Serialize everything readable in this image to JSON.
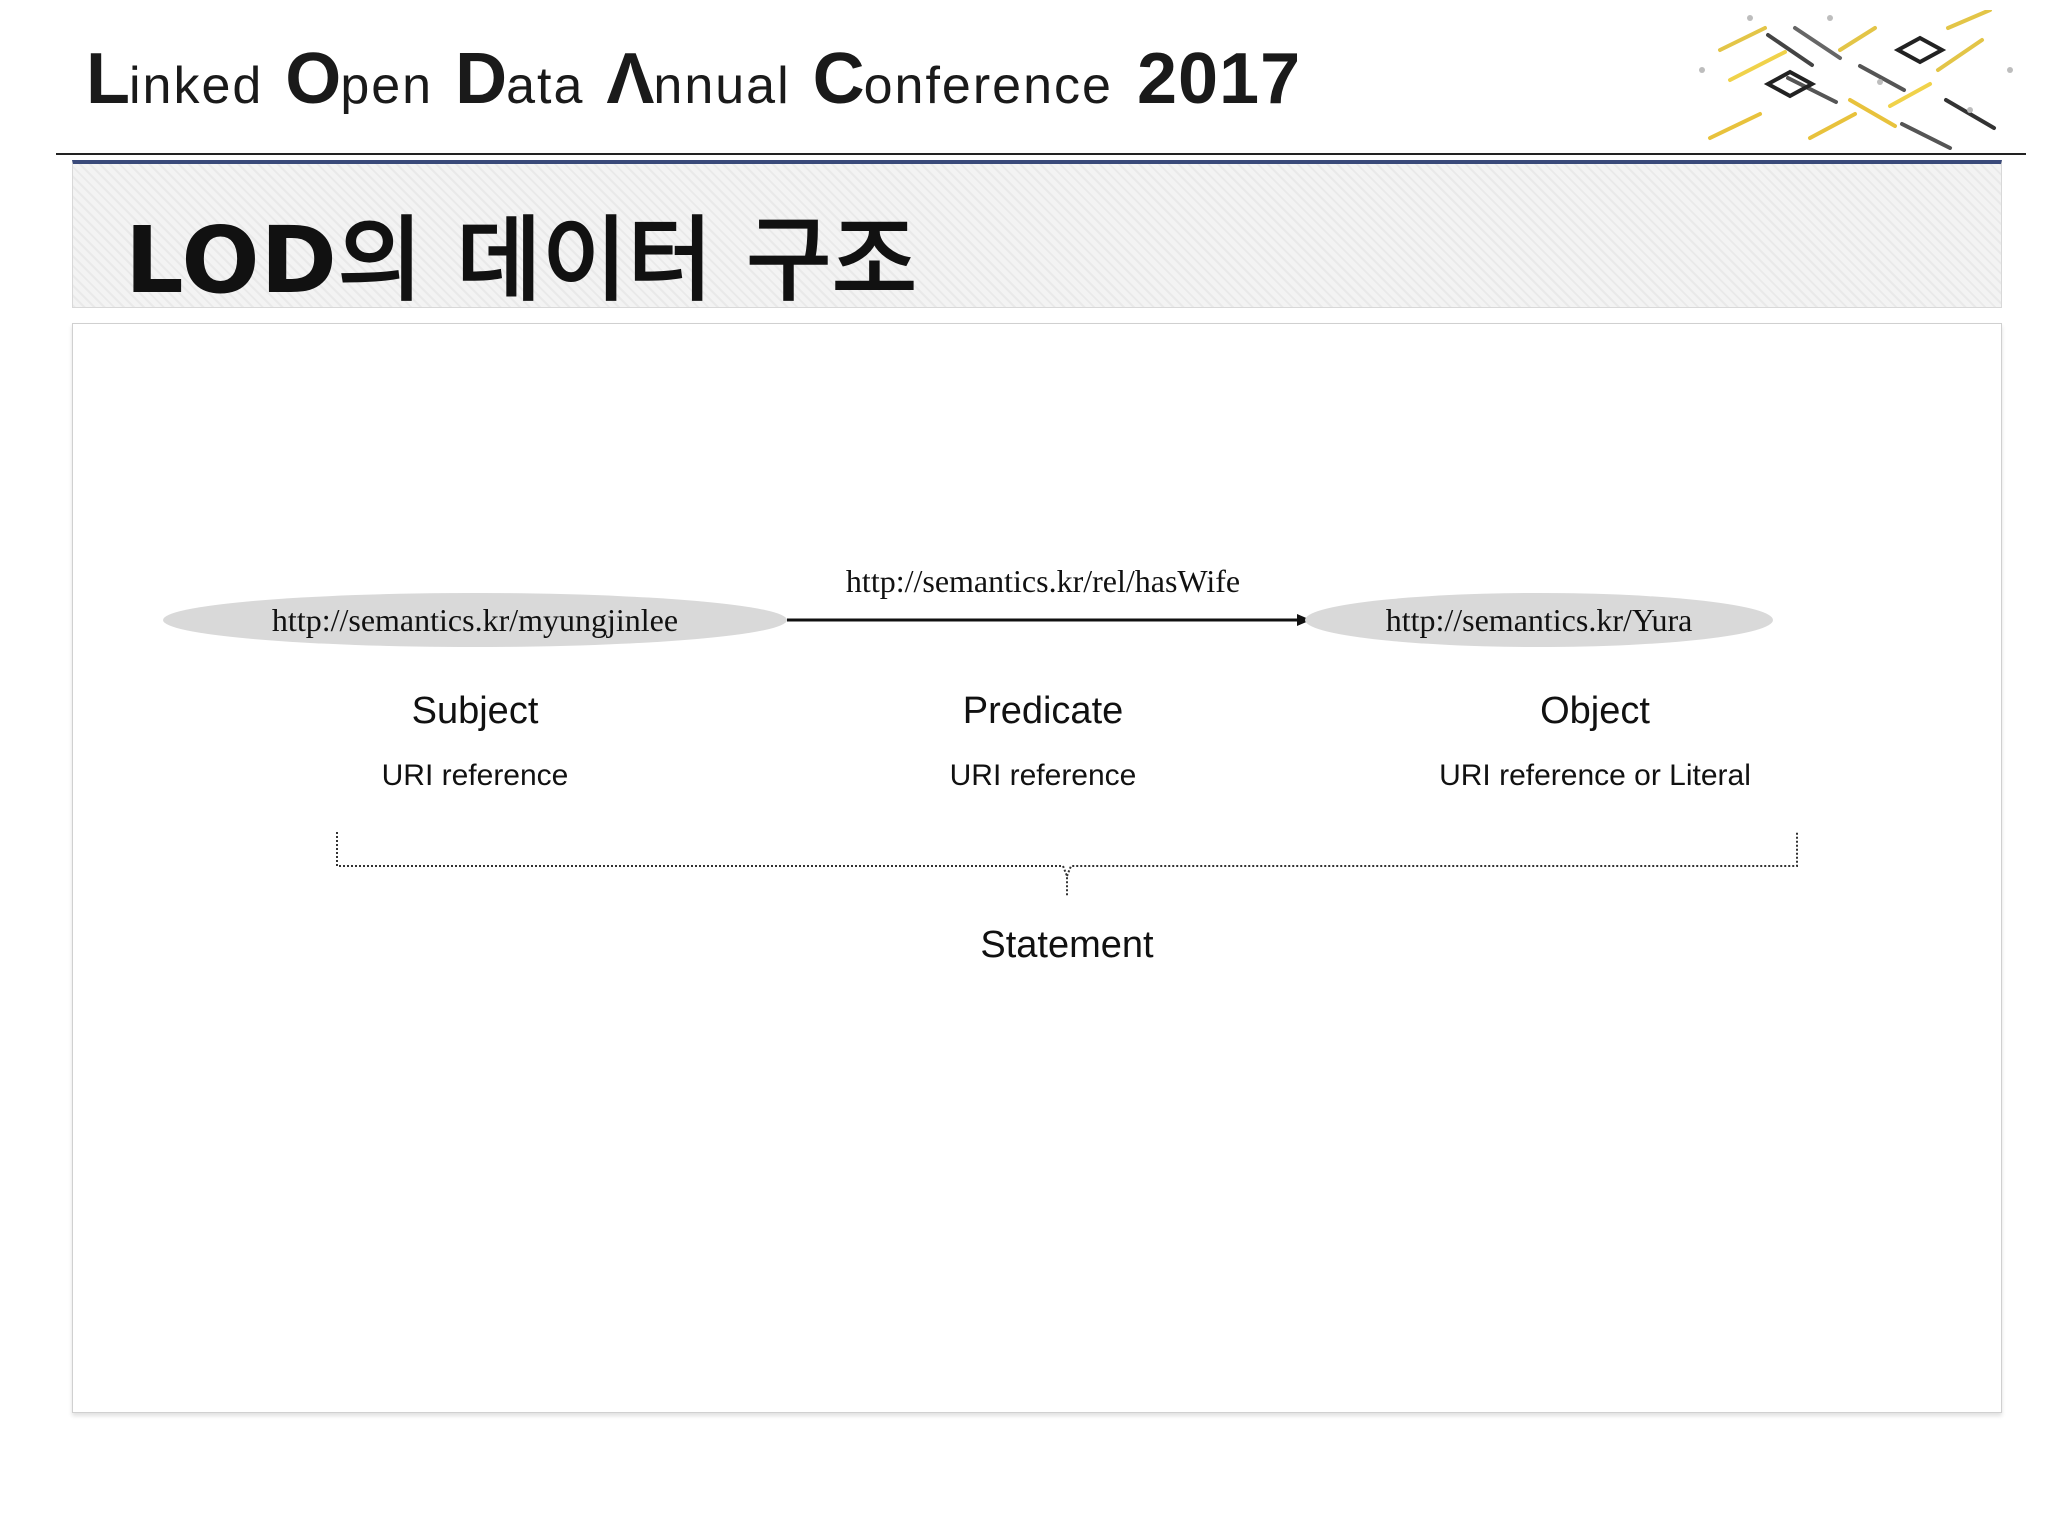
{
  "header": {
    "conference_words": [
      {
        "cap": "L",
        "rest": "inked"
      },
      {
        "cap": "O",
        "rest": "pen"
      },
      {
        "cap": "D",
        "rest": "ata"
      },
      {
        "cap": "Λ",
        "rest": "nnual"
      },
      {
        "cap": "C",
        "rest": "onference"
      }
    ],
    "year": "2017",
    "accent_colors": {
      "gray": "#9a9a9a",
      "pink": "#d6336c",
      "blue": "#2f6bd8",
      "gold": "#e8a21c",
      "yellow": "#f0d24a"
    }
  },
  "slide": {
    "title": "LOD의 데이터 구조"
  },
  "diagram": {
    "subject_uri": "http://semantics.kr/myungjinlee",
    "predicate_uri": "http://semantics.kr/rel/hasWife",
    "object_uri": "http://semantics.kr/Yura",
    "subject_label": "Subject",
    "subject_sub": "URI reference",
    "predicate_label": "Predicate",
    "predicate_sub": "URI reference",
    "object_label": "Object",
    "object_sub": "URI reference or Literal",
    "statement_label": "Statement",
    "node_fill": "#d9d9d9"
  }
}
